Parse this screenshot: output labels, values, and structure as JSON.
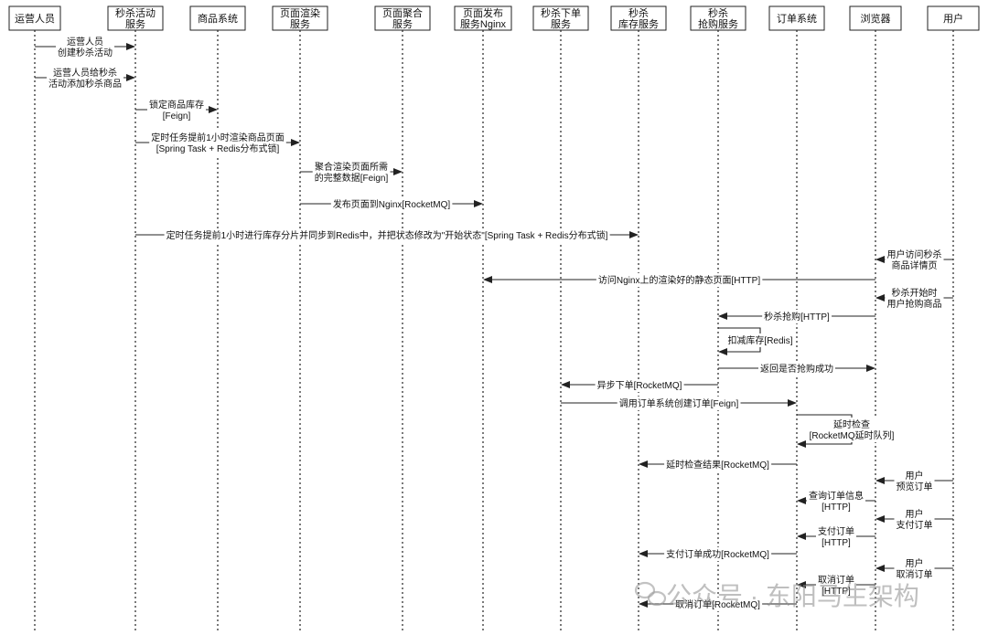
{
  "lifelines": [
    {
      "id": "ops",
      "lines": [
        "运营人员"
      ]
    },
    {
      "id": "seckill_activity",
      "lines": [
        "秒杀活动",
        "服务"
      ]
    },
    {
      "id": "product",
      "lines": [
        "商品系统"
      ]
    },
    {
      "id": "render",
      "lines": [
        "页面渲染",
        "服务"
      ]
    },
    {
      "id": "aggregate",
      "lines": [
        "页面聚合",
        "服务"
      ]
    },
    {
      "id": "publish",
      "lines": [
        "页面发布",
        "服务Nginx"
      ]
    },
    {
      "id": "order_service",
      "lines": [
        "秒杀下单",
        "服务"
      ]
    },
    {
      "id": "stock",
      "lines": [
        "秒杀",
        "库存服务"
      ]
    },
    {
      "id": "grab",
      "lines": [
        "秒杀",
        "抢购服务"
      ]
    },
    {
      "id": "order_system",
      "lines": [
        "订单系统"
      ]
    },
    {
      "id": "browser",
      "lines": [
        "浏览器"
      ]
    },
    {
      "id": "user",
      "lines": [
        "用户"
      ]
    }
  ],
  "messages": [
    {
      "from": "ops",
      "to": "seckill_activity",
      "lines": [
        "运营人员",
        "创建秒杀活动"
      ]
    },
    {
      "from": "ops",
      "to": "seckill_activity",
      "lines": [
        "运营人员给秒杀",
        "活动添加秒杀商品"
      ]
    },
    {
      "from": "seckill_activity",
      "to": "product",
      "lines": [
        "锁定商品库存",
        "[Feign]"
      ]
    },
    {
      "from": "seckill_activity",
      "to": "render",
      "lines": [
        "定时任务提前1小时渲染商品页面",
        "[Spring Task + Redis分布式锁]"
      ]
    },
    {
      "from": "render",
      "to": "aggregate",
      "lines": [
        "聚合渲染页面所需",
        "的完整数据[Feign]"
      ]
    },
    {
      "from": "render",
      "to": "publish",
      "lines": [
        "发布页面到Nginx[RocketMQ]"
      ]
    },
    {
      "from": "seckill_activity",
      "to": "stock",
      "lines": [
        "定时任务提前1小时进行库存分片并同步到Redis中，并把状态修改为\"开始状态\"[Spring Task + Redis分布式锁]"
      ]
    },
    {
      "from": "user",
      "to": "browser",
      "lines": [
        "用户访问秒杀",
        "商品详情页"
      ]
    },
    {
      "from": "browser",
      "to": "publish",
      "lines": [
        "访问Nginx上的渲染好的静态页面[HTTP]"
      ]
    },
    {
      "from": "user",
      "to": "browser",
      "lines": [
        "秒杀开始时",
        "用户抢购商品"
      ]
    },
    {
      "from": "browser",
      "to": "grab",
      "lines": [
        "秒杀抢购[HTTP]"
      ]
    },
    {
      "from": "grab",
      "to": "grab",
      "lines": [
        "扣减库存[Redis]"
      ]
    },
    {
      "from": "grab",
      "to": "browser",
      "lines": [
        "返回是否抢购成功"
      ]
    },
    {
      "from": "grab",
      "to": "order_service",
      "lines": [
        "异步下单[RocketMQ]"
      ]
    },
    {
      "from": "order_service",
      "to": "order_system",
      "lines": [
        "调用订单系统创建订单[Feign]"
      ]
    },
    {
      "from": "order_system",
      "to": "order_system",
      "lines": [
        "延时检查",
        "[RocketMQ延时队列]"
      ]
    },
    {
      "from": "order_system",
      "to": "stock",
      "lines": [
        "延时检查结果[RocketMQ]"
      ]
    },
    {
      "from": "user",
      "to": "browser",
      "lines": [
        "用户",
        "预览订单"
      ]
    },
    {
      "from": "browser",
      "to": "order_system",
      "lines": [
        "查询订单信息",
        "[HTTP]"
      ]
    },
    {
      "from": "user",
      "to": "browser",
      "lines": [
        "用户",
        "支付订单"
      ]
    },
    {
      "from": "browser",
      "to": "order_system",
      "lines": [
        "支付订单",
        "[HTTP]"
      ]
    },
    {
      "from": "order_system",
      "to": "stock",
      "lines": [
        "支付订单成功[RocketMQ]"
      ]
    },
    {
      "from": "user",
      "to": "browser",
      "lines": [
        "用户",
        "取消订单"
      ]
    },
    {
      "from": "browser",
      "to": "order_system",
      "lines": [
        "取消订单",
        "[HTTP]"
      ]
    },
    {
      "from": "order_system",
      "to": "stock",
      "lines": [
        "取消订单[RocketMQ]"
      ]
    }
  ],
  "watermark": "公众号 · 东阳马生架构"
}
